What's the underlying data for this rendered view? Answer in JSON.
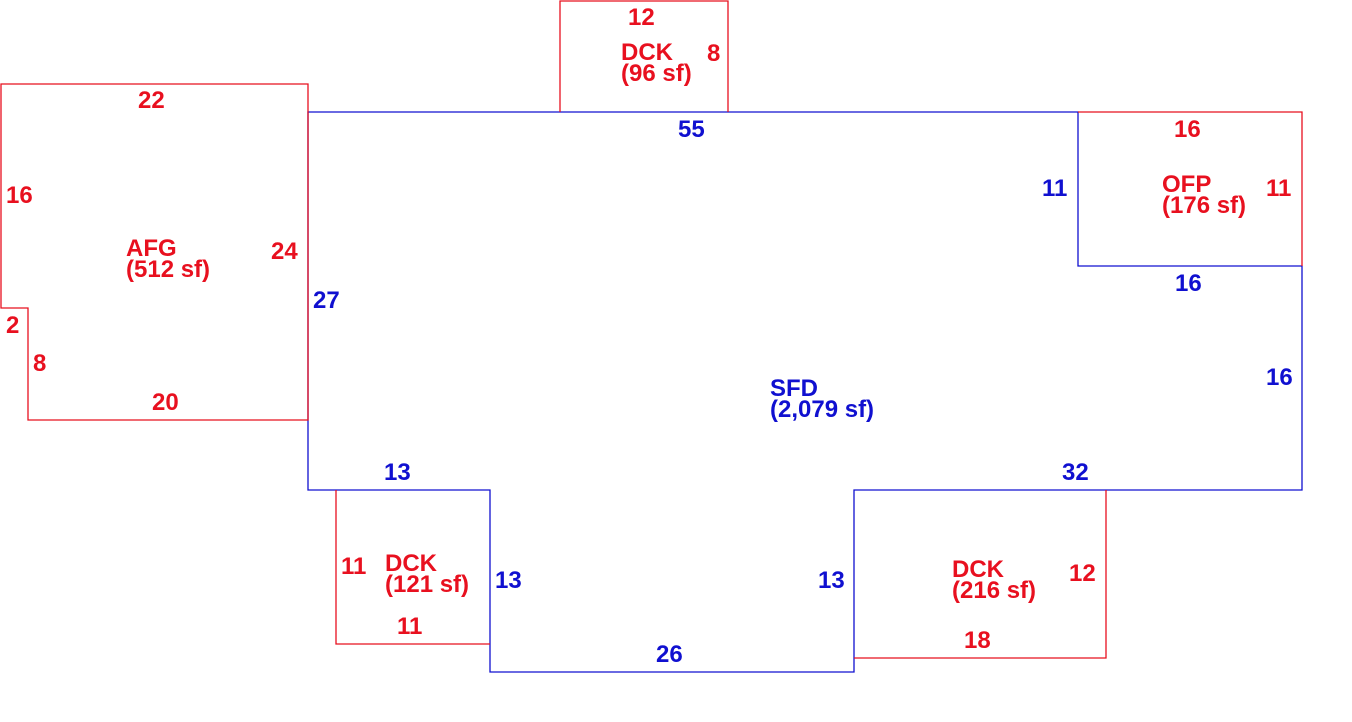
{
  "colors": {
    "addition": "#e8101f",
    "main": "#1010d0",
    "background": "#ffffff"
  },
  "areas": {
    "sfd": {
      "code": "SFD",
      "area": "(2,079 sf)"
    },
    "afg": {
      "code": "AFG",
      "area": "(512 sf)"
    },
    "dck_top": {
      "code": "DCK",
      "area": "(96 sf)"
    },
    "ofp": {
      "code": "OFP",
      "area": "(176 sf)"
    },
    "dck_left": {
      "code": "DCK",
      "area": "(121 sf)"
    },
    "dck_right": {
      "code": "DCK",
      "area": "(216 sf)"
    }
  },
  "dimensions": {
    "sfd": {
      "top": "55",
      "left": "27",
      "right_upper": "11",
      "notch_bottom": "16",
      "right": "16",
      "step_right": "32",
      "step_left": "13",
      "inner_left": "13",
      "inner_right": "13",
      "bottom": "26"
    },
    "afg": {
      "top": "22",
      "left": "16",
      "right": "24",
      "jog": "2",
      "lower_left": "8",
      "bottom": "20"
    },
    "dck_top": {
      "top": "12",
      "right": "8"
    },
    "ofp": {
      "top": "16",
      "right": "11"
    },
    "dck_left": {
      "left": "11",
      "bottom": "11"
    },
    "dck_right": {
      "right": "12",
      "bottom": "18"
    }
  }
}
